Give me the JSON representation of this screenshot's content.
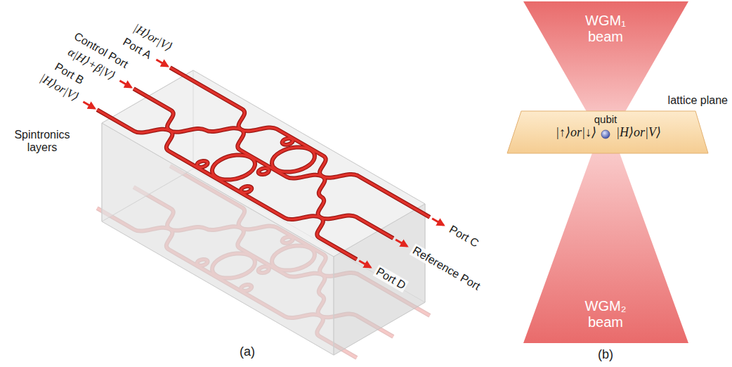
{
  "diagram": {
    "nodes": [
      {
        "text": [
          "WGM₁ beam"
        ]
      },
      {
        "text": [
          "qubit",
          "|↑⟩or|↓⟩",
          "|H⟩or|V⟩",
          "lattice plane"
        ]
      },
      {
        "text": [
          "WGM₂ beam"
        ]
      }
    ],
    "labels": [
      "Control Port",
      "Port A",
      "|H⟩or|V⟩",
      "α|H⟩+β|V⟩",
      "Port B",
      "|H⟩or|V⟩",
      "Spintronics layers",
      "Port C",
      "Reference Port",
      "Port D",
      "(a)",
      "(b)"
    ]
  }
}
